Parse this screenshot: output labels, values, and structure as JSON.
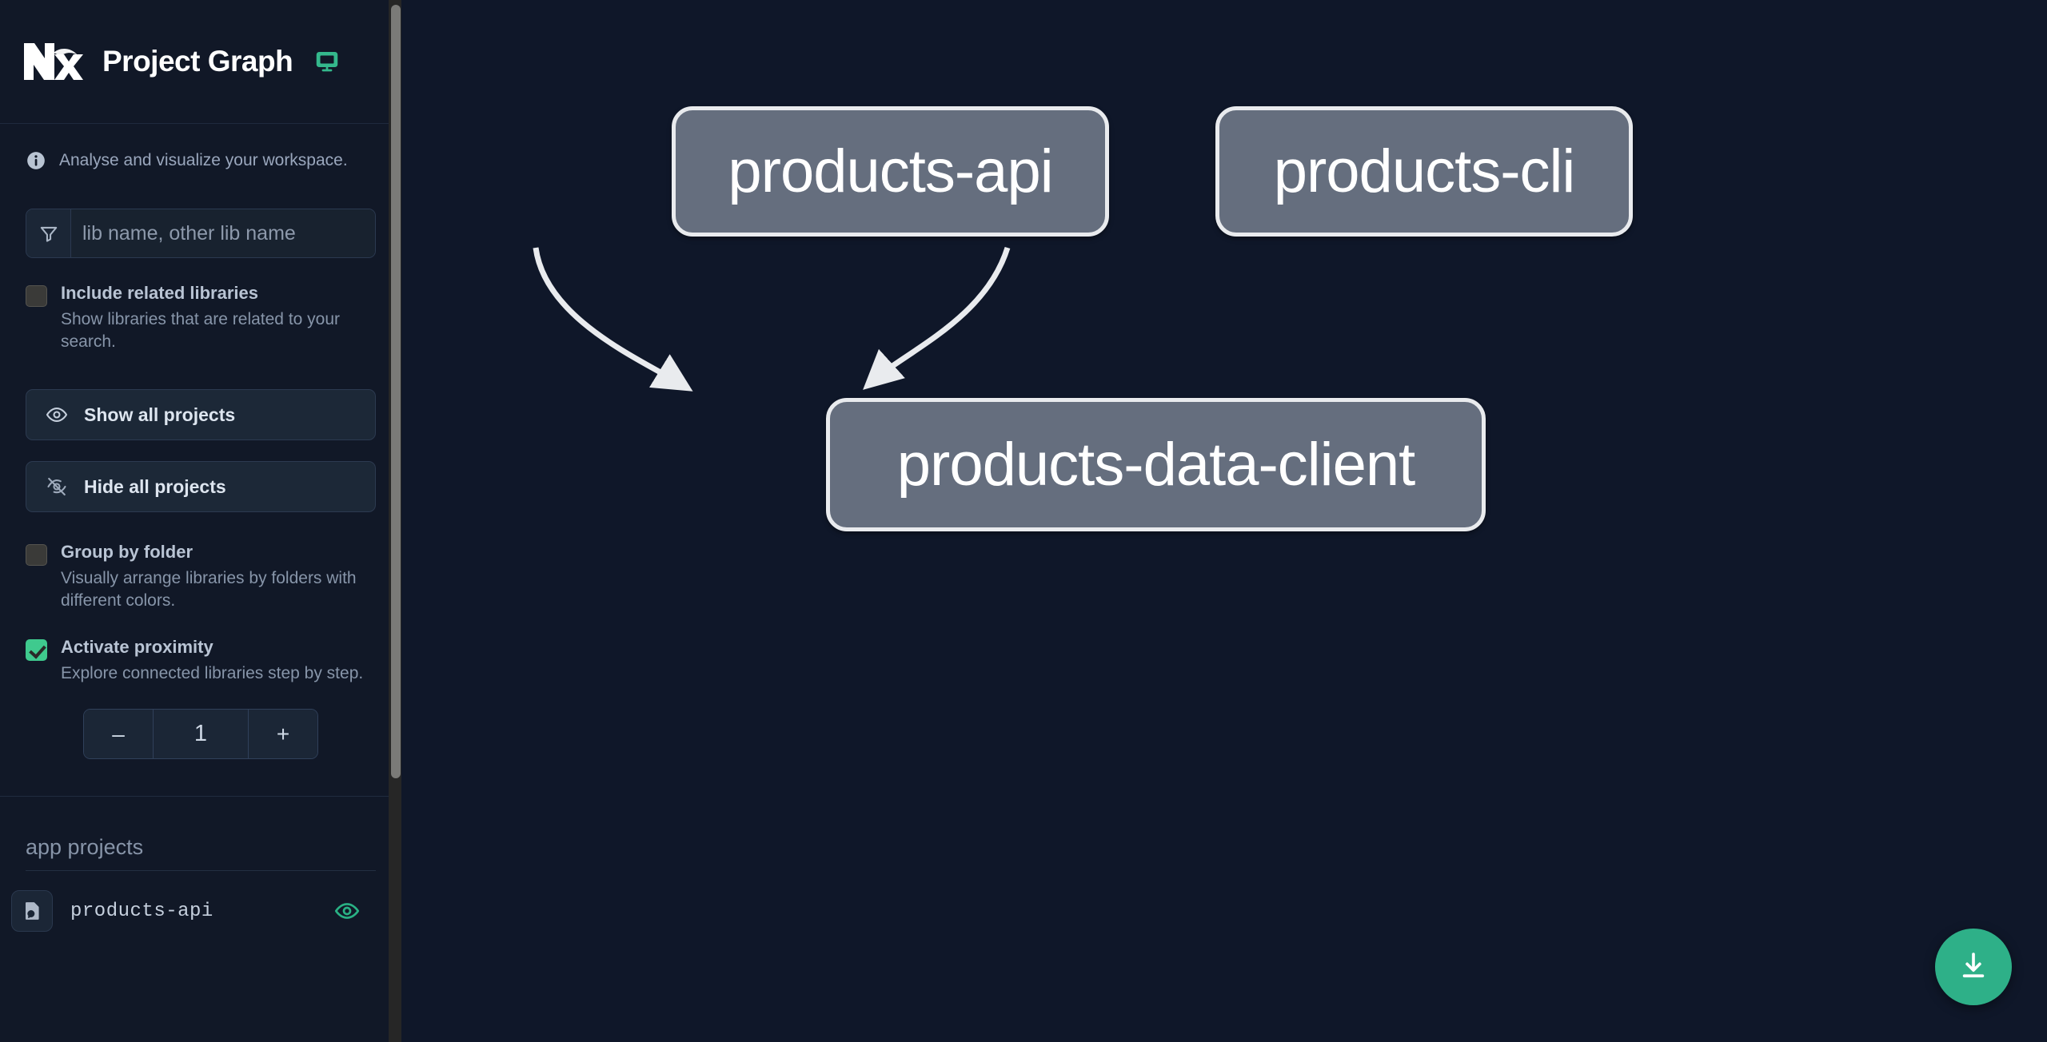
{
  "header": {
    "title": "Project Graph",
    "logo_icon": "nx-logo-icon",
    "monitor_icon": "monitor-icon"
  },
  "sidebar": {
    "tagline": "Analyse and visualize your workspace.",
    "info_icon": "info-circle-icon",
    "search": {
      "placeholder": "lib name, other lib name",
      "value": "",
      "icon": "funnel-filter-icon"
    },
    "options": [
      {
        "id": "include-related-libraries",
        "title": "Include related libraries",
        "description": "Show libraries that are related to your search.",
        "checked": false
      },
      {
        "id": "group-by-folder",
        "title": "Group by folder",
        "description": "Visually arrange libraries by folders with different colors.",
        "checked": false
      },
      {
        "id": "activate-proximity",
        "title": "Activate proximity",
        "description": "Explore connected libraries step by step.",
        "checked": true
      }
    ],
    "buttons": [
      {
        "id": "show-all-projects",
        "label": "Show all projects",
        "icon": "eye-icon"
      },
      {
        "id": "hide-all-projects",
        "label": "Hide all projects",
        "icon": "eye-off-icon"
      }
    ],
    "stepper": {
      "decrement_label": "–",
      "value": "1",
      "increment_label": "+"
    },
    "project_groups": [
      {
        "label": "app projects",
        "projects": [
          {
            "name": "products-api",
            "icon": "app-project-icon",
            "visible": true,
            "eye_icon": "eye-icon"
          }
        ]
      }
    ]
  },
  "graph": {
    "nodes": [
      {
        "id": "products-api",
        "label": "products-api"
      },
      {
        "id": "products-cli",
        "label": "products-cli"
      },
      {
        "id": "products-data-client",
        "label": "products-data-client"
      }
    ],
    "edges": [
      {
        "from": "products-api",
        "to": "products-data-client"
      },
      {
        "from": "products-cli",
        "to": "products-data-client"
      }
    ],
    "download_button": {
      "icon": "download-icon",
      "label": ""
    }
  },
  "colors": {
    "accent": "#2eb088",
    "checkbox_checked": "#3fca8e",
    "node_fill": "#656e7e",
    "node_border": "#e9ebee",
    "sidebar_bg": "#111827",
    "graph_bg": "#0f1729"
  }
}
